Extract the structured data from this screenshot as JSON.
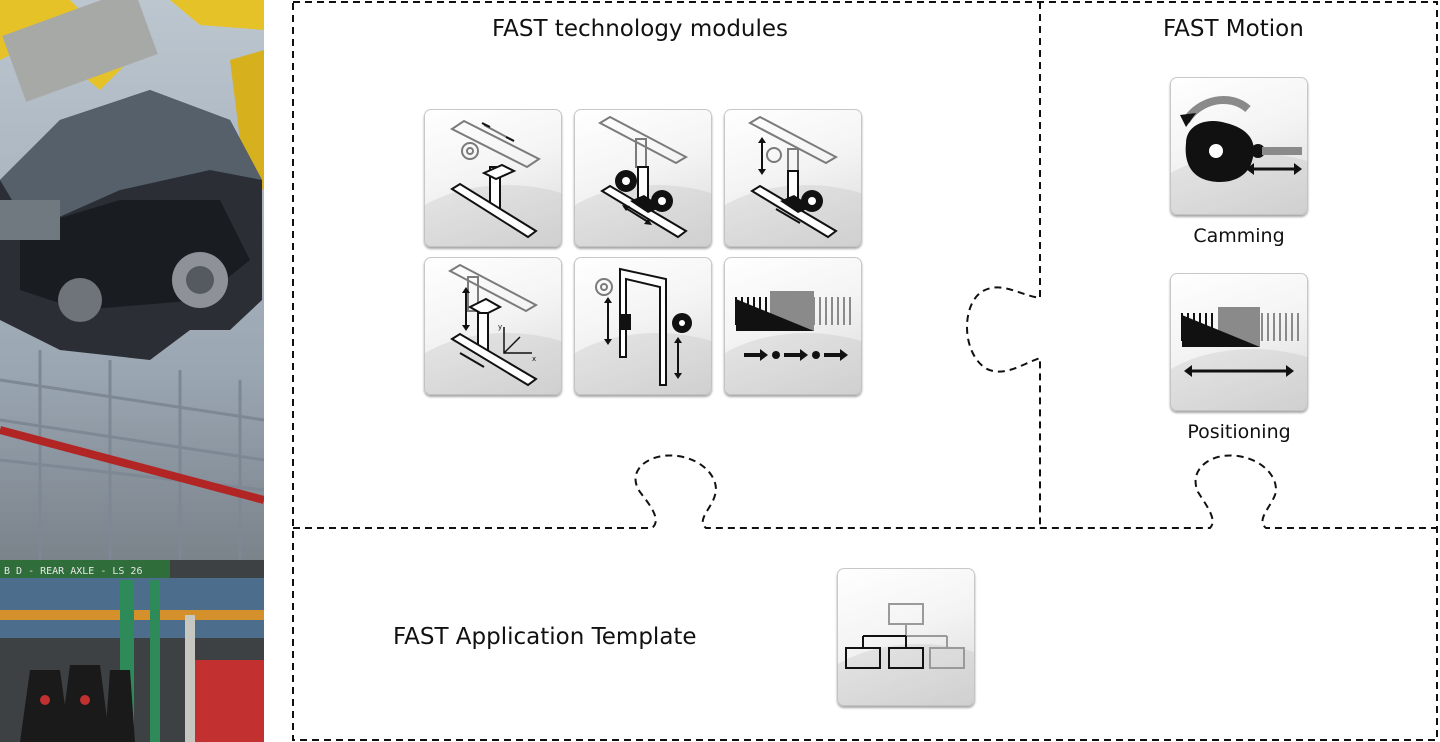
{
  "sections": {
    "technology_modules": {
      "title": "FAST technology modules"
    },
    "motion": {
      "title": "FAST Motion",
      "camming_label": "Camming",
      "positioning_label": "Positioning"
    },
    "application_template": {
      "title": "FAST Application Template"
    }
  },
  "icons": {
    "technology_modules": [
      "gantry-axis-icon",
      "gantry-rollers-icon",
      "gantry-vertical-icon",
      "gantry-xyz-icon",
      "portal-lift-icon",
      "flying-saw-icon"
    ],
    "camming": "camming-icon",
    "positioning": "positioning-icon",
    "application_template": "hierarchy-icon"
  },
  "photo": {
    "subject": "automotive-assembly-line",
    "sign_text": "B D - REAR AXLE - LS 26"
  },
  "colors": {
    "dashed_outline": "#111111",
    "tile_light": "#ffffff",
    "tile_dark": "#d9d9d9",
    "hierarchy_gray": "#9a9a9a"
  }
}
